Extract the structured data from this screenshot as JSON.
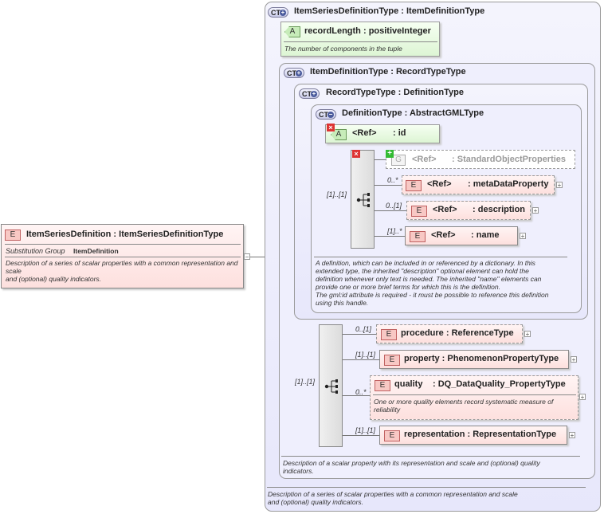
{
  "root": {
    "badge": "E",
    "name": "ItemSeriesDefinition",
    "type": "ItemSeriesDefinitionType",
    "sub_label": "Substitution Group",
    "sub_value": "ItemDefinition",
    "description": "Description of a series of scalar properties with a common representation and scale\nand (optional) quality indicators."
  },
  "ct_outer": {
    "badge": "CT",
    "title": "ItemSeriesDefinitionType",
    "base": "ItemDefinitionType",
    "footer": "Description of a series of scalar properties with a common representation and scale\nand (optional) quality indicators."
  },
  "record_length": {
    "badge": "A",
    "name": "recordLength",
    "type": "positiveInteger",
    "description": "The number of components in the tuple"
  },
  "ct_item_def": {
    "badge": "CT",
    "title": "ItemDefinitionType",
    "base": "RecordTypeType",
    "footer": "Description of a scalar property with its representation and scale and (optional) quality\nindicators."
  },
  "ct_record": {
    "badge": "CT",
    "title": "RecordTypeType",
    "base": "DefinitionType"
  },
  "ct_definition": {
    "badge": "CT",
    "title": "DefinitionType",
    "base": "AbstractGMLType",
    "description": "A definition, which can be included in or referenced by a dictionary. In this\nextended type, the inherited \"description\" optional element can hold the\ndefinition whenever only text is needed. The inherited \"name\" elements can\nprovide one or more brief terms for which this is the definition.\nThe gml:id attribute is required - it must be possible to reference this definition\nusing this handle."
  },
  "id_attr": {
    "badge": "A",
    "ref": "<Ref>",
    "name": "id"
  },
  "def_seq_card": "[1]..[1]",
  "def_items": [
    {
      "badge": "G",
      "card": "",
      "ref": "<Ref>",
      "name": "StandardObjectProperties"
    },
    {
      "badge": "E",
      "card": "0..*",
      "ref": "<Ref>",
      "name": "metaDataProperty"
    },
    {
      "badge": "E",
      "card": "0..[1]",
      "ref": "<Ref>",
      "name": "description"
    },
    {
      "badge": "E",
      "card": "[1]..*",
      "ref": "<Ref>",
      "name": "name"
    }
  ],
  "item_seq_card": "[1]..[1]",
  "item_items": [
    {
      "badge": "E",
      "card": "0..[1]",
      "name": "procedure",
      "type": "ReferenceType"
    },
    {
      "badge": "E",
      "card": "[1]..[1]",
      "name": "property",
      "type": "PhenomenonPropertyType"
    },
    {
      "badge": "E",
      "card": "0..*",
      "name": "quality",
      "type": "DQ_DataQuality_PropertyType",
      "description": "One or more quality elements record systematic measure of\nreliability"
    },
    {
      "badge": "E",
      "card": "[1]..[1]",
      "name": "representation",
      "type": "RepresentationType"
    }
  ],
  "colors": {
    "element_fill": "#fde0de",
    "attribute_fill": "#ddf5d4",
    "complex_type_fill": "#ececfc"
  }
}
